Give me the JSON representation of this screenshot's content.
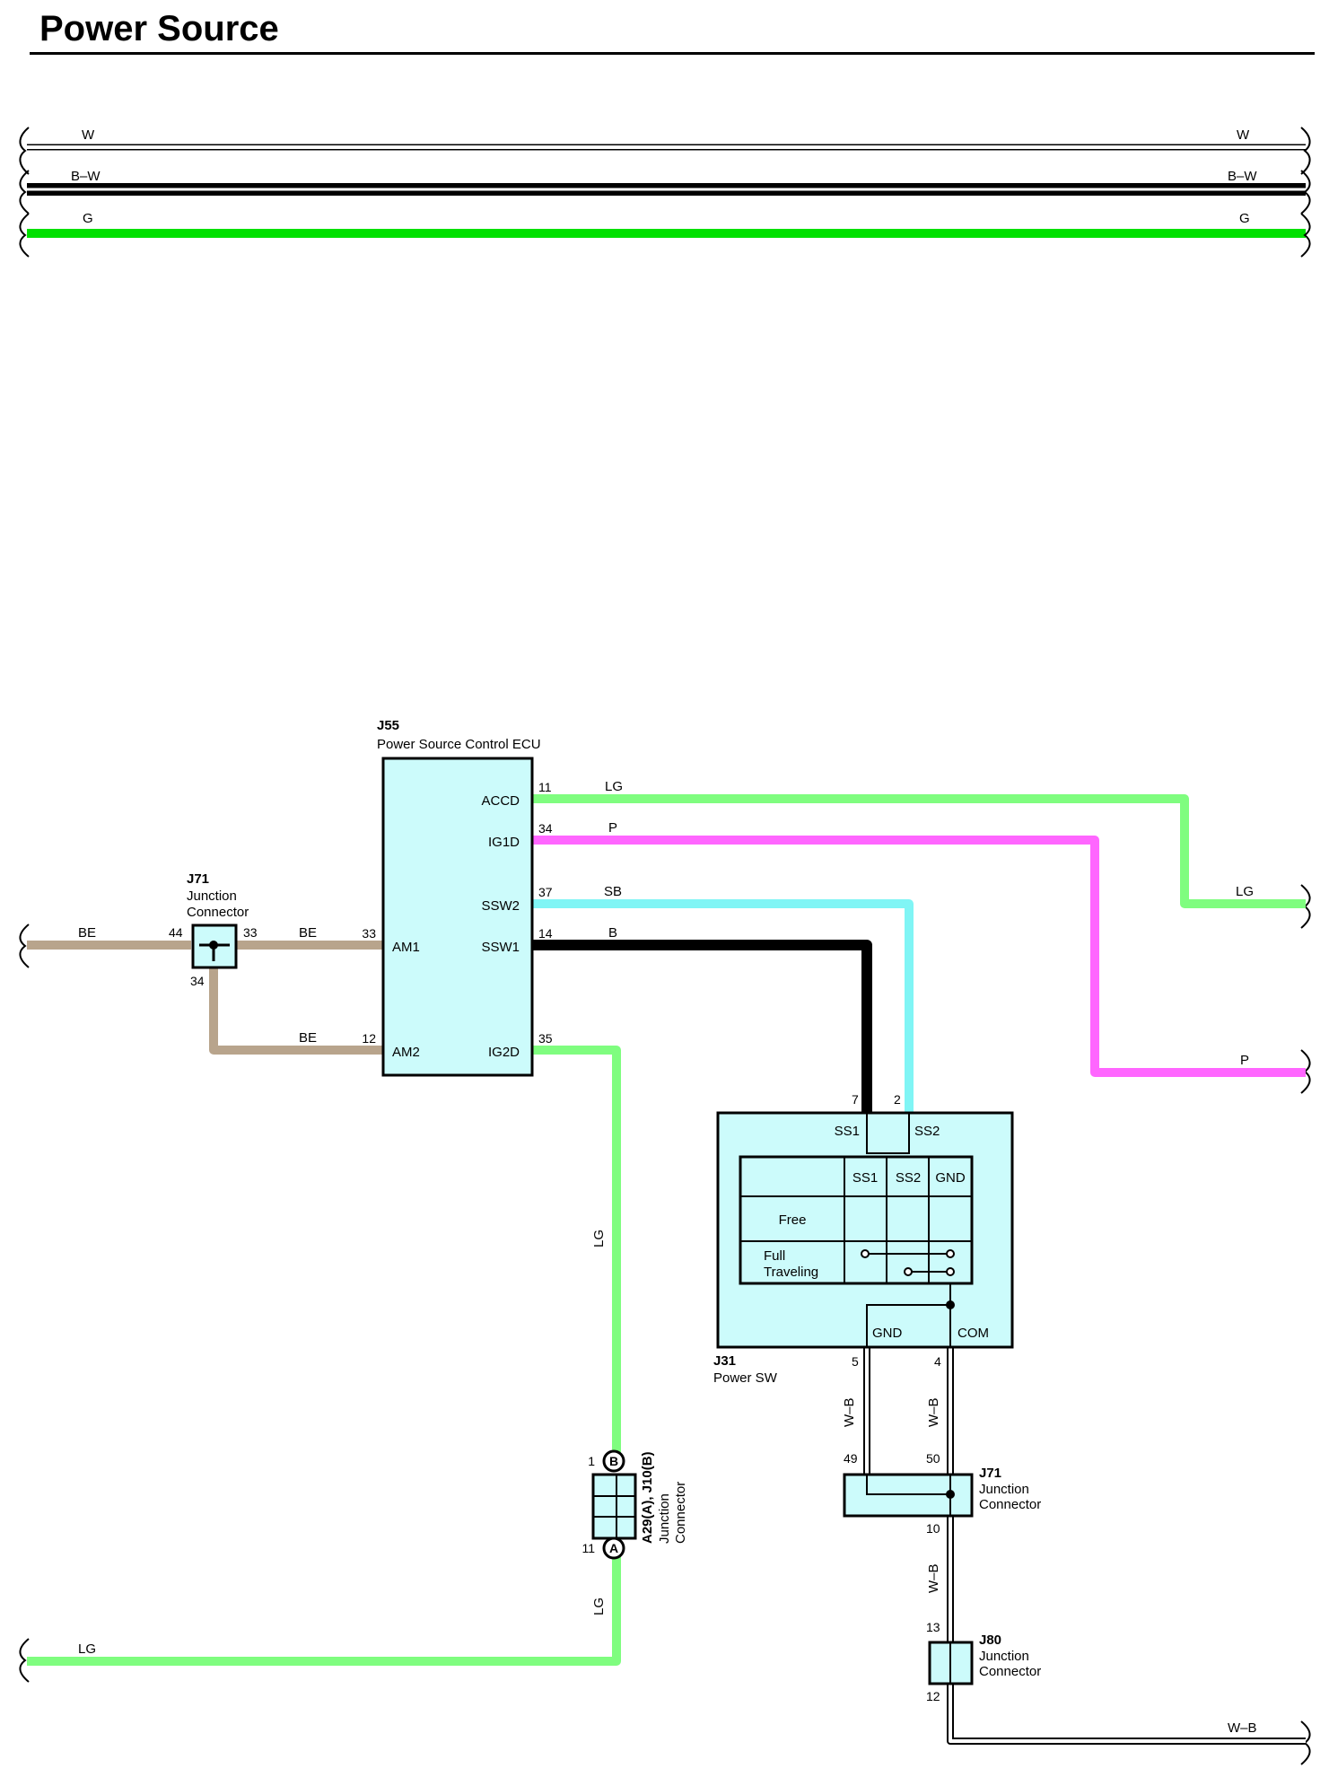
{
  "title": "Power Source",
  "colors": {
    "LG": "#7ffd7f",
    "G": "#00e000",
    "P": "#ff66ff",
    "SB": "#80f5f5",
    "B": "#000000",
    "BE": "#b8a48c",
    "W": "#ffffff",
    "component_fill": "#ccfbfb"
  },
  "top_wires": {
    "w": "W",
    "bw": "B–W",
    "g": "G"
  },
  "ecu": {
    "code": "J55",
    "name": "Power Source Control ECU",
    "terminals": {
      "accd": "ACCD",
      "ig1d": "IG1D",
      "ssw2": "SSW2",
      "ssw1": "SSW1",
      "am1": "AM1",
      "am2": "AM2",
      "ig2d": "IG2D"
    },
    "pins": {
      "accd": "11",
      "ig1d": "34",
      "ssw2": "37",
      "ssw1": "14",
      "am1": "33",
      "am2": "12",
      "ig2d": "35"
    }
  },
  "wire_labels": {
    "accd": "LG",
    "ig1d": "P",
    "ssw2": "SB",
    "ssw1": "B",
    "be_left": "BE",
    "be_mid": "BE",
    "be_am2": "BE",
    "lg_right": "LG",
    "p_right": "P",
    "lg_vert_upper": "LG",
    "lg_vert_lower": "LG",
    "lg_bottom": "LG",
    "wb_5": "W–B",
    "wb_4": "W–B",
    "wb_10": "W–B",
    "wb_bottom": "W–B"
  },
  "j71_top": {
    "code": "J71",
    "name_line1": "Junction",
    "name_line2": "Connector",
    "pin_left": "44",
    "pin_right": "33",
    "pin_bottom": "34"
  },
  "power_sw": {
    "code": "J31",
    "name": "Power SW",
    "ss1": "SS1",
    "ss2": "SS2",
    "gnd": "GND",
    "com": "COM",
    "pin_ss1": "7",
    "pin_ss2": "2",
    "pin_gnd": "5",
    "pin_com": "4",
    "table": {
      "col_ss1": "SS1",
      "col_ss2": "SS2",
      "col_gnd": "GND",
      "row_free": "Free",
      "row_full1": "Full",
      "row_full2": "Traveling"
    }
  },
  "jc_a29": {
    "code": "A29(A), J10(B)",
    "name_line1": "Junction",
    "name_line2": "Connector",
    "pin_top": "1",
    "pin_bottom": "11",
    "badge_top": "B",
    "badge_bottom": "A"
  },
  "j71_bottom": {
    "code": "J71",
    "name_line1": "Junction",
    "name_line2": "Connector",
    "pin_49": "49",
    "pin_50": "50",
    "pin_10": "10"
  },
  "j80": {
    "code": "J80",
    "name_line1": "Junction",
    "name_line2": "Connector",
    "pin_13": "13",
    "pin_12": "12"
  }
}
